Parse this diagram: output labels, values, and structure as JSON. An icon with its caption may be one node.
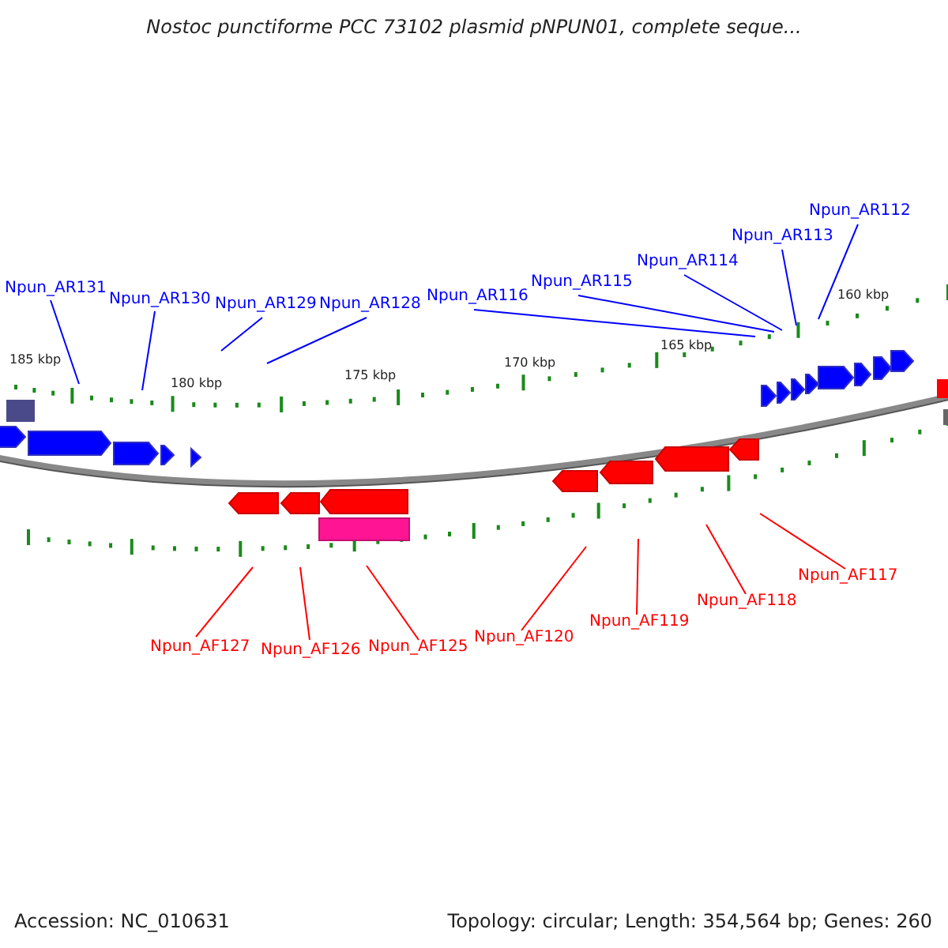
{
  "diagram": {
    "title": "Nostoc punctiforme PCC 73102 plasmid pNPUN01, complete seque...",
    "nodes": [
      {
        "text": [
          "Npun_AR131"
        ]
      },
      {
        "text": [
          "Npun_AR130"
        ]
      },
      {
        "text": [
          "Npun_AR129"
        ]
      },
      {
        "text": [
          "Npun_AR128"
        ]
      },
      {
        "text": [
          "Npun_AR116"
        ]
      },
      {
        "text": [
          "Npun_AR115"
        ]
      },
      {
        "text": [
          "Npun_AR114"
        ]
      },
      {
        "text": [
          "Npun_AR113"
        ]
      },
      {
        "text": [
          "Npun_AR112"
        ]
      },
      {
        "text": [
          "Npun_AF127"
        ]
      },
      {
        "text": [
          "Npun_AF126"
        ]
      },
      {
        "text": [
          "Npun_AF125"
        ]
      },
      {
        "text": [
          "Npun_AF120"
        ]
      },
      {
        "text": [
          "Npun_AF119"
        ]
      },
      {
        "text": [
          "Npun_AF118"
        ]
      },
      {
        "text": [
          "Npun_AF117"
        ]
      }
    ],
    "edges": [
      {
        "from": 0,
        "to": null,
        "arrow": "none"
      },
      {
        "from": 1,
        "to": null,
        "arrow": "none"
      },
      {
        "from": 2,
        "to": null,
        "arrow": "none"
      },
      {
        "from": 3,
        "to": null,
        "arrow": "none"
      },
      {
        "from": 4,
        "to": null,
        "arrow": "none"
      },
      {
        "from": 5,
        "to": null,
        "arrow": "none"
      },
      {
        "from": 6,
        "to": null,
        "arrow": "none"
      },
      {
        "from": 7,
        "to": null,
        "arrow": "none"
      },
      {
        "from": 8,
        "to": null,
        "arrow": "none"
      },
      {
        "from": 9,
        "to": null,
        "arrow": "none",
        "color": "#ff0000"
      },
      {
        "from": 10,
        "to": null,
        "arrow": "none",
        "color": "#ff0000"
      },
      {
        "from": 11,
        "to": null,
        "arrow": "none",
        "color": "#ff0000"
      },
      {
        "from": 12,
        "to": null,
        "arrow": "none",
        "color": "#ff0000"
      },
      {
        "from": 13,
        "to": null,
        "arrow": "none",
        "color": "#ff0000"
      },
      {
        "from": 14,
        "to": null,
        "arrow": "none",
        "color": "#ff0000"
      },
      {
        "from": 15,
        "to": null,
        "arrow": "none",
        "color": "#ff0000"
      }
    ],
    "labels": [
      "185 kbp",
      "180 kbp",
      "175 kbp",
      "170 kbp",
      "165 kbp",
      "160 kbp",
      "Accession: NC_010631",
      "Topology: circular; Length: 354,564 bp; Genes: 260"
    ]
  }
}
